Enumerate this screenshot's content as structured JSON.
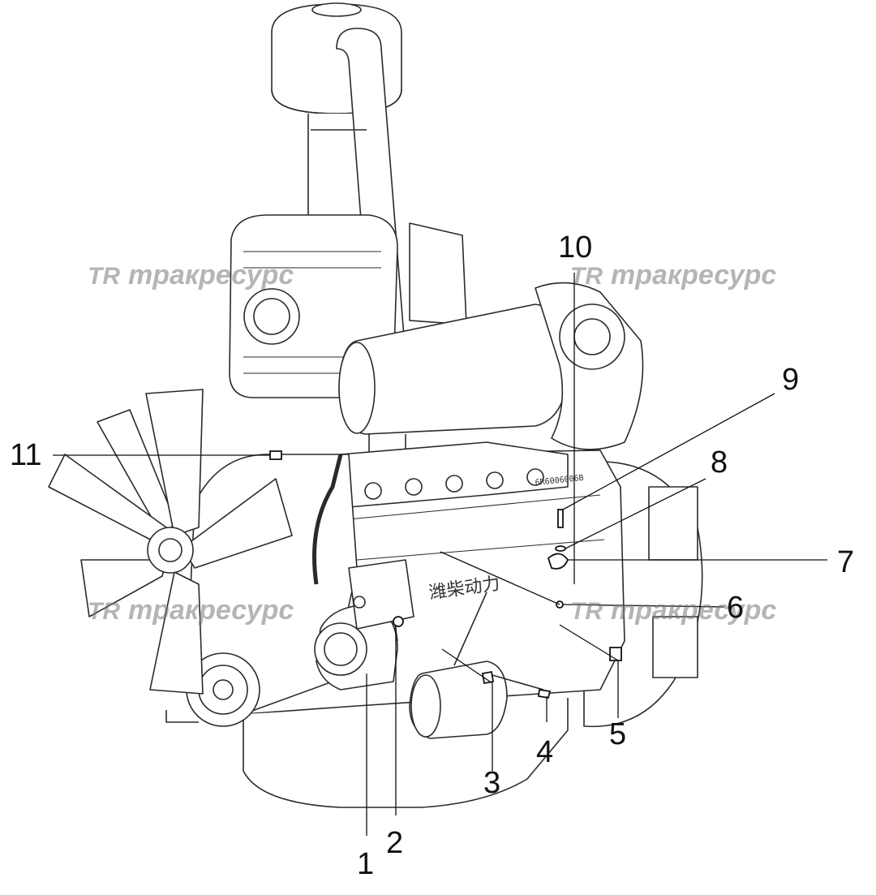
{
  "watermark": {
    "logo": "TR",
    "text": "тракресурс"
  },
  "engine_text": {
    "brand": "潍柴动力",
    "serial": "6R6006006B"
  },
  "callouts": [
    "1",
    "2",
    "3",
    "4",
    "5",
    "6",
    "7",
    "8",
    "9",
    "10",
    "11"
  ],
  "colors": {
    "line": "#2a2a2a",
    "fill": "#ffffff",
    "shade": "#e9e9e9",
    "watermark": "#7a7a7a"
  }
}
